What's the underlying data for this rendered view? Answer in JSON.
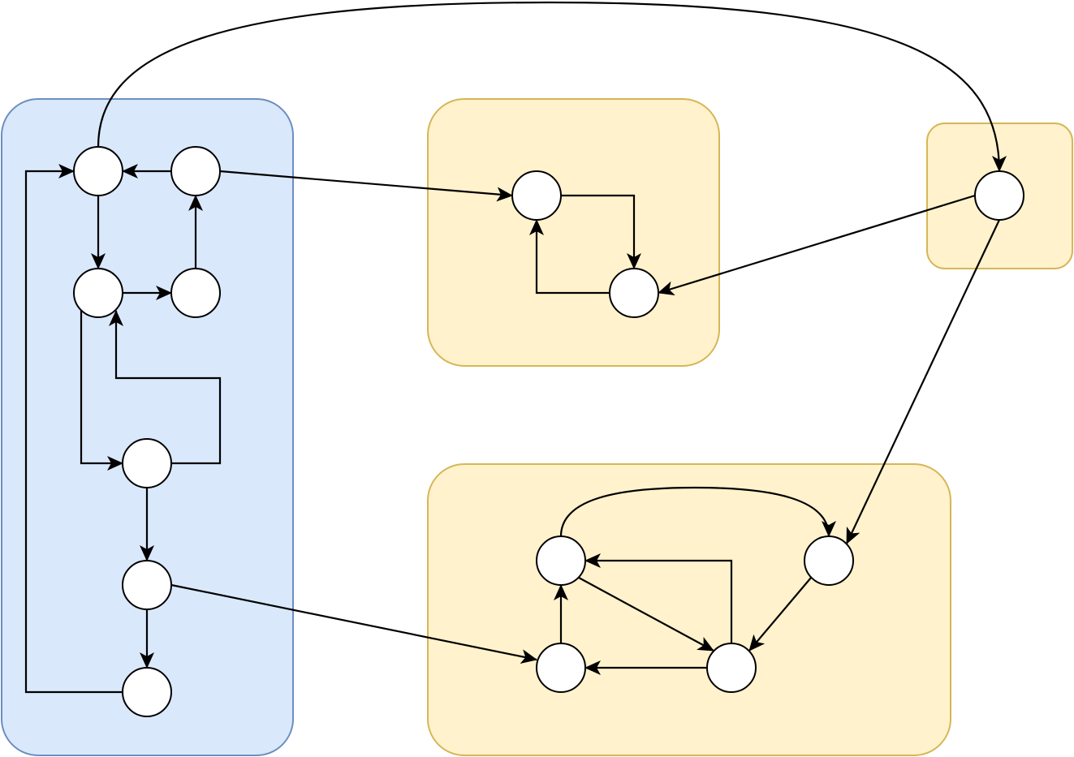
{
  "colors": {
    "group_blue_fill": "#dae8fc",
    "group_blue_stroke": "#6c8ebf",
    "group_yellow_fill": "#fff2cc",
    "group_yellow_stroke": "#d6b656",
    "node_fill": "#ffffff",
    "edge": "#000000"
  },
  "groups": [
    {
      "id": "g1",
      "color": "blue"
    },
    {
      "id": "g2",
      "color": "yellow"
    },
    {
      "id": "g3",
      "color": "yellow"
    },
    {
      "id": "g4",
      "color": "yellow"
    }
  ],
  "nodes": [
    {
      "id": "a1",
      "group": "g1"
    },
    {
      "id": "a2",
      "group": "g1"
    },
    {
      "id": "a3",
      "group": "g1"
    },
    {
      "id": "a4",
      "group": "g1"
    },
    {
      "id": "a5",
      "group": "g1"
    },
    {
      "id": "a6",
      "group": "g1"
    },
    {
      "id": "a7",
      "group": "g1"
    },
    {
      "id": "b1",
      "group": "g2"
    },
    {
      "id": "b2",
      "group": "g2"
    },
    {
      "id": "c1",
      "group": "g3"
    },
    {
      "id": "d1",
      "group": "g4"
    },
    {
      "id": "d2",
      "group": "g4"
    },
    {
      "id": "d3",
      "group": "g4"
    },
    {
      "id": "d4",
      "group": "g4"
    }
  ],
  "edges": [
    {
      "from": "a2",
      "to": "a1"
    },
    {
      "from": "a1",
      "to": "a3"
    },
    {
      "from": "a3",
      "to": "a4"
    },
    {
      "from": "a4",
      "to": "a2"
    },
    {
      "from": "a3",
      "to": "a5"
    },
    {
      "from": "a5",
      "to": "a3"
    },
    {
      "from": "a5",
      "to": "a6"
    },
    {
      "from": "a6",
      "to": "a7"
    },
    {
      "from": "a7",
      "to": "a1"
    },
    {
      "from": "a1",
      "to": "c1"
    },
    {
      "from": "a2",
      "to": "b1"
    },
    {
      "from": "b1",
      "to": "b2"
    },
    {
      "from": "b2",
      "to": "b1"
    },
    {
      "from": "c1",
      "to": "b2"
    },
    {
      "from": "c1",
      "to": "d2"
    },
    {
      "from": "a6",
      "to": "d3"
    },
    {
      "from": "d1",
      "to": "d2"
    },
    {
      "from": "d1",
      "to": "d4"
    },
    {
      "from": "d4",
      "to": "d1"
    },
    {
      "from": "d4",
      "to": "d3"
    },
    {
      "from": "d3",
      "to": "d1"
    },
    {
      "from": "d2",
      "to": "d4"
    }
  ]
}
